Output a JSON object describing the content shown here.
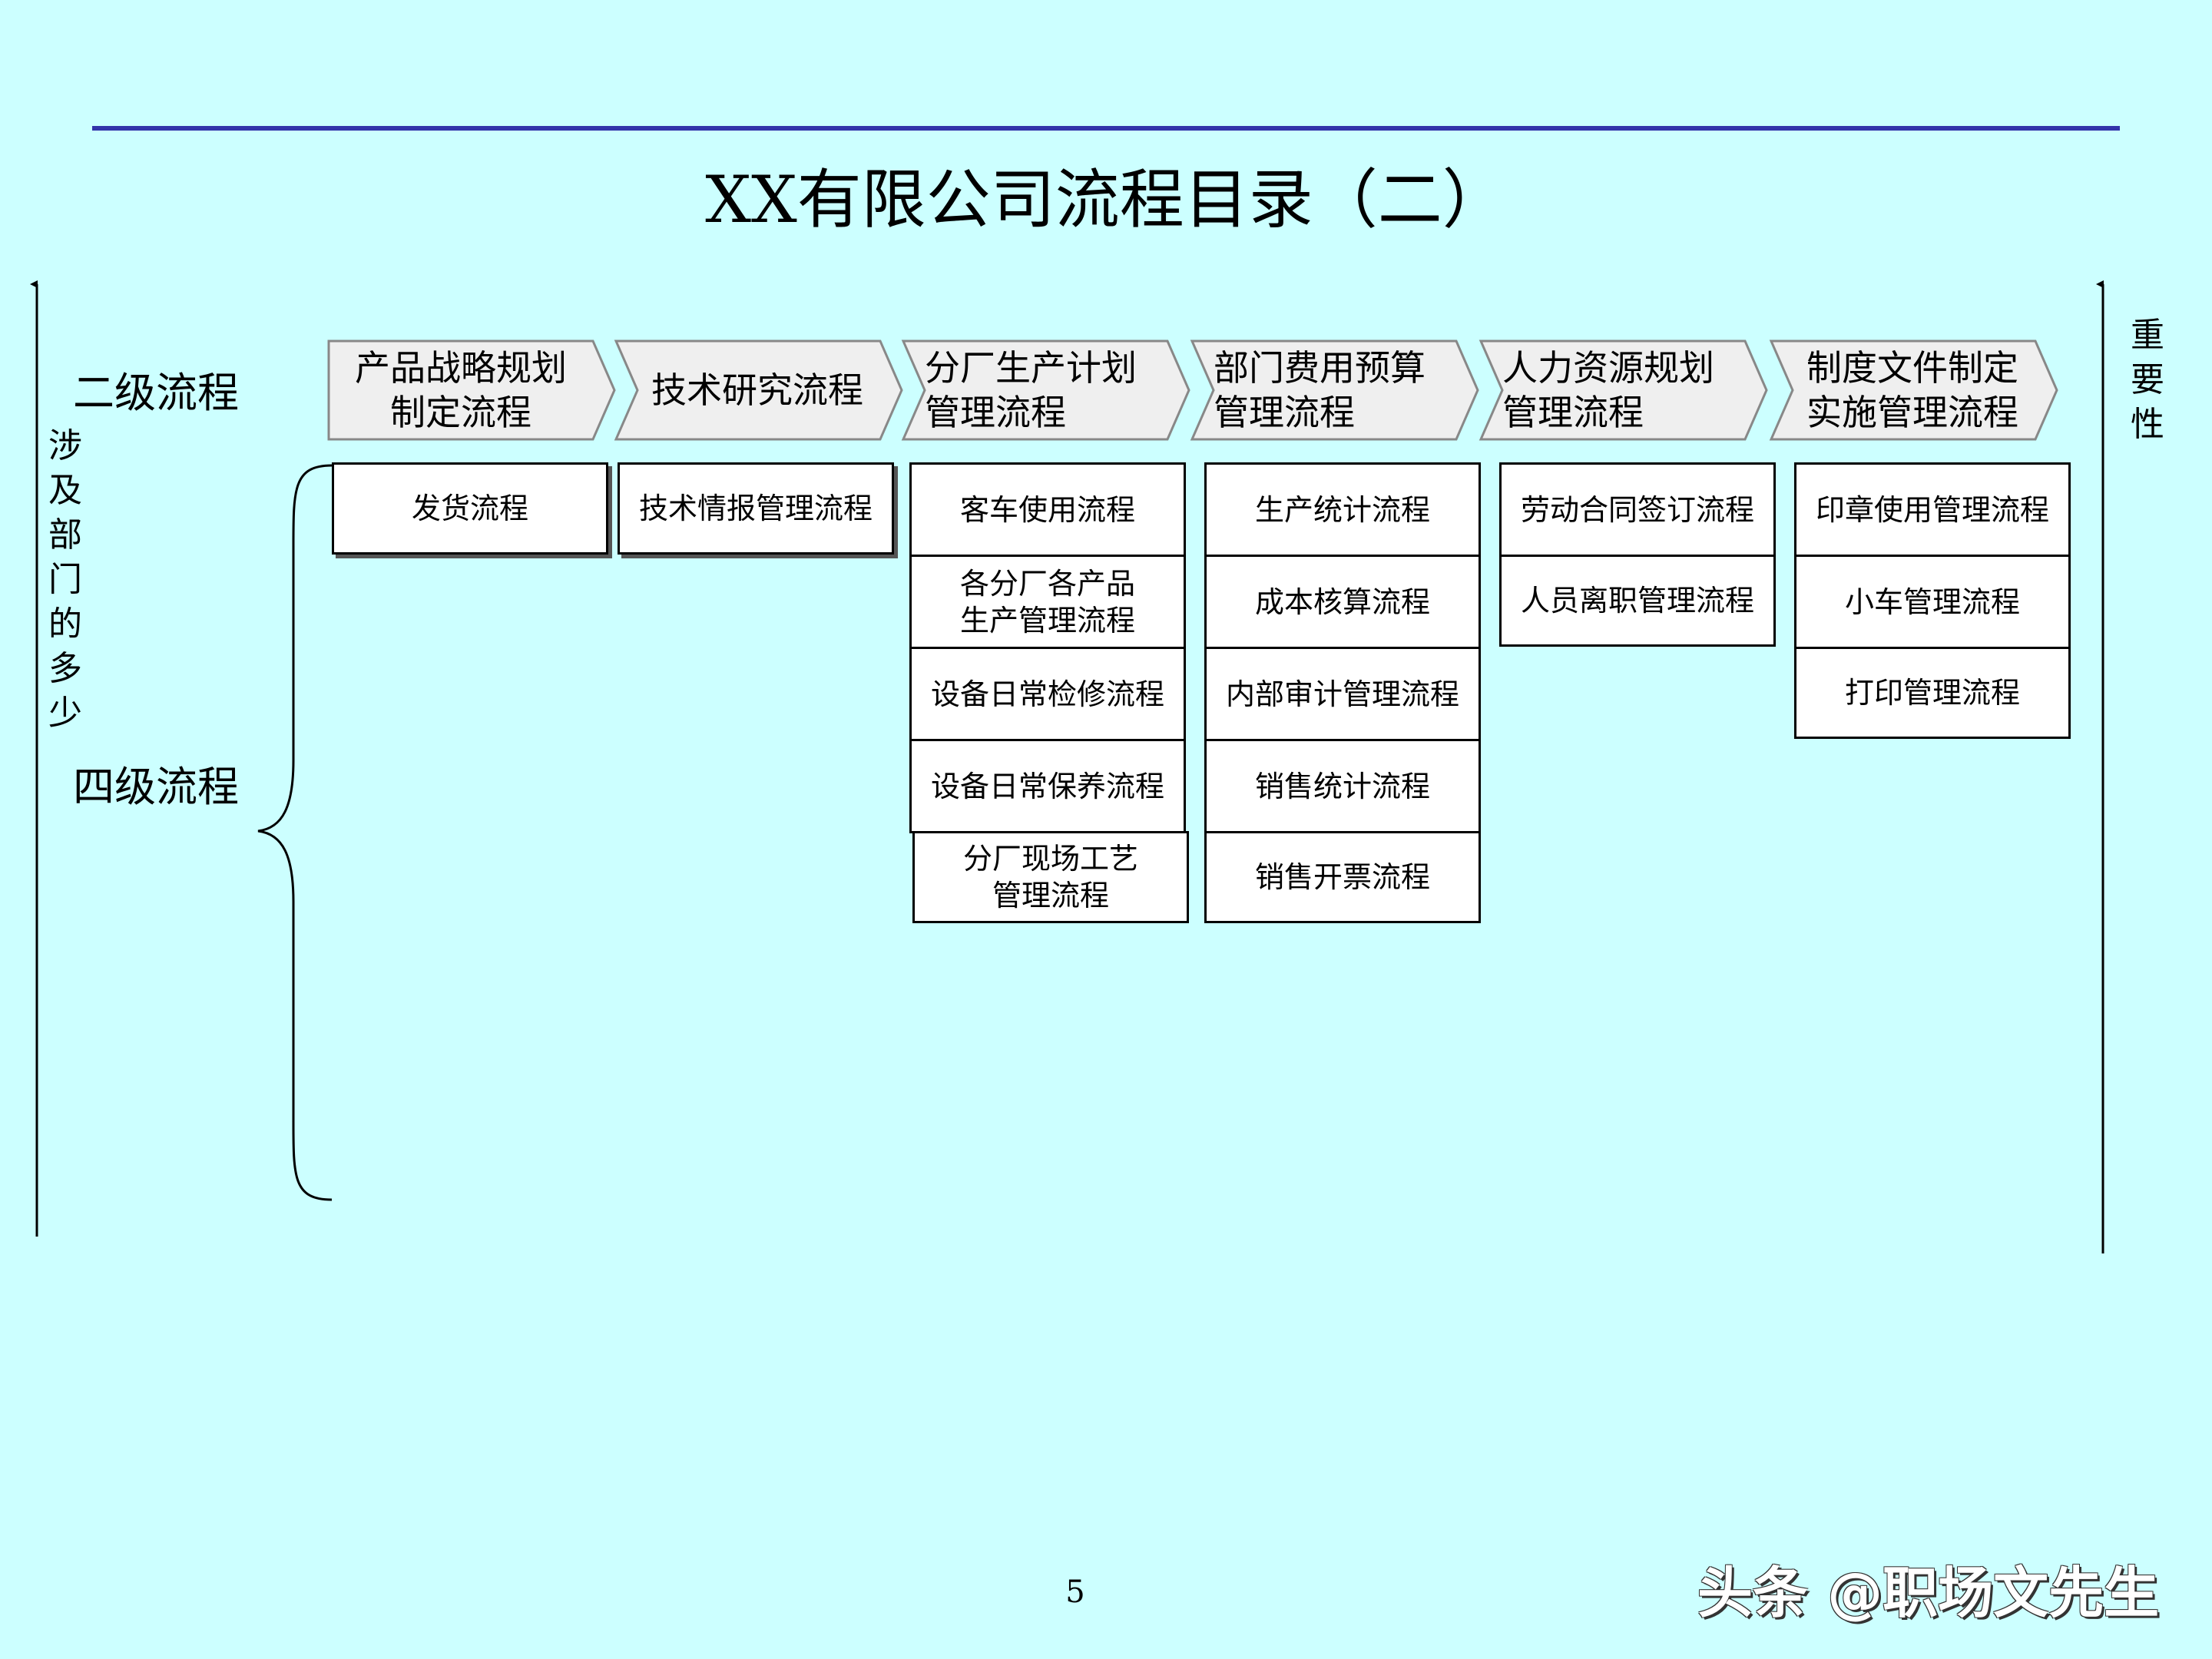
{
  "title": "XX有限公司流程目录（二）",
  "labels": {
    "level2": "二级流程",
    "level4": "四级流程",
    "left_axis": [
      "涉",
      "及",
      "部",
      "门",
      "的",
      "多",
      "少"
    ],
    "right_axis": [
      "重",
      "要",
      "性"
    ]
  },
  "level2_processes": [
    [
      "产品战略规划",
      "制定流程"
    ],
    [
      "技术研究流程"
    ],
    [
      "分厂生产计划",
      "管理流程"
    ],
    [
      "部门费用预算",
      "管理流程"
    ],
    [
      "人力资源规划",
      "管理流程"
    ],
    [
      "制度文件制定",
      "实施管理流程"
    ]
  ],
  "level4_processes": [
    [
      [
        "发货流程"
      ]
    ],
    [
      [
        "技术情报管理流程"
      ]
    ],
    [
      [
        "客车使用流程"
      ],
      [
        "各分厂各产品",
        "生产管理流程"
      ],
      [
        "设备日常检修流程"
      ],
      [
        "设备日常保养流程"
      ],
      [
        "分厂现场工艺",
        "管理流程"
      ]
    ],
    [
      [
        "生产统计流程"
      ],
      [
        "成本核算流程"
      ],
      [
        "内部审计管理流程"
      ],
      [
        "销售统计流程"
      ],
      [
        "销售开票流程"
      ]
    ],
    [
      [
        "劳动合同签订流程"
      ],
      [
        "人员离职管理流程"
      ]
    ],
    [
      [
        "印章使用管理流程"
      ],
      [
        "小车管理流程"
      ],
      [
        "打印管理流程"
      ]
    ]
  ],
  "page_number": "5",
  "watermark": "头条 @职场文先生",
  "colors": {
    "background": "#ccffff",
    "top_rule": "#3333aa",
    "chevron_fill": "#efefef",
    "chevron_stroke": "#888888",
    "box_fill": "#ffffff"
  }
}
